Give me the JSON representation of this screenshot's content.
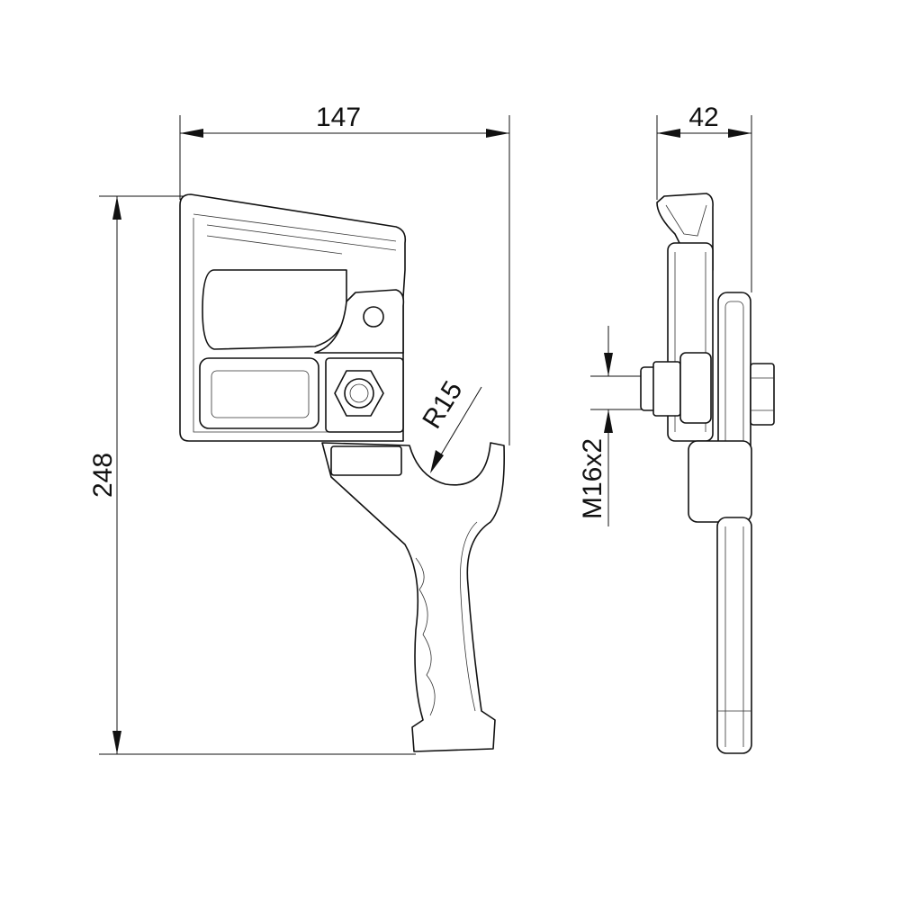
{
  "drawing": {
    "dimensions": {
      "width": "147",
      "depth": "42",
      "height": "248",
      "radius": "R15",
      "thread": "M16x2"
    },
    "colors": {
      "line": "#111111",
      "background": "#ffffff"
    }
  }
}
